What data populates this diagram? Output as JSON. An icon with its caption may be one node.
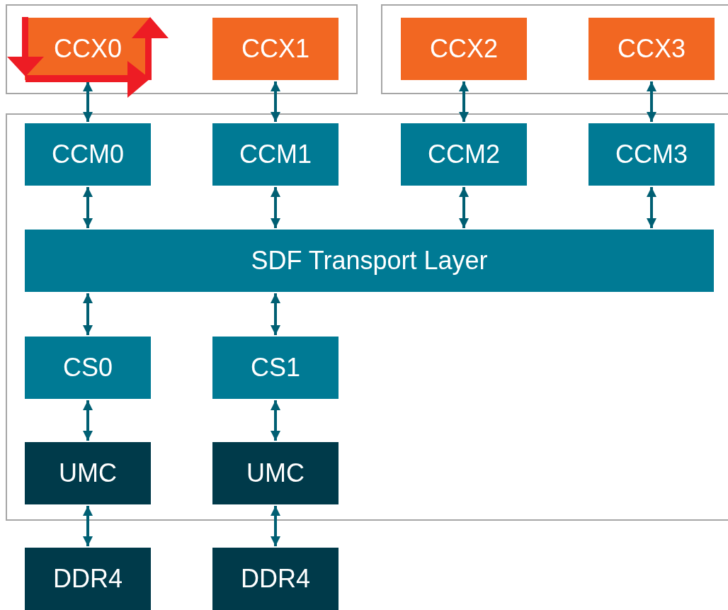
{
  "diagram": {
    "nodes": [
      {
        "text": [],
        "shape": "box"
      },
      {
        "text": [],
        "shape": "box"
      },
      {
        "text": [],
        "shape": "box"
      },
      {
        "text": [
          "CCX0"
        ],
        "in": 0
      },
      {
        "text": [
          "CCX1"
        ],
        "in": 0
      },
      {
        "text": [
          "CCX2"
        ],
        "in": 1
      },
      {
        "text": [
          "CCX3"
        ],
        "in": 1
      },
      {
        "text": [
          "CCM0"
        ],
        "in": 2
      },
      {
        "text": [
          "CCM1"
        ],
        "in": 2
      },
      {
        "text": [
          "CCM2"
        ],
        "in": 2
      },
      {
        "text": [
          "CCM3"
        ],
        "in": 2
      },
      {
        "text": [
          "SDF Transport Layer"
        ],
        "in": 2
      },
      {
        "text": [
          "CS0"
        ],
        "in": 2
      },
      {
        "text": [
          "CS1"
        ],
        "in": 2
      },
      {
        "text": [
          "UMC"
        ],
        "in": 2
      },
      {
        "text": [
          "UMC"
        ],
        "in": 2
      },
      {
        "text": [
          "DDR4"
        ]
      },
      {
        "text": [
          "DDR4"
        ]
      }
    ],
    "edges": [
      {
        "from": 3,
        "to": 7,
        "arrow": "both"
      },
      {
        "from": 4,
        "to": 8,
        "arrow": "both"
      },
      {
        "from": 5,
        "to": 9,
        "arrow": "both"
      },
      {
        "from": 6,
        "to": 10,
        "arrow": "both"
      },
      {
        "from": 7,
        "to": 11,
        "arrow": "both"
      },
      {
        "from": 8,
        "to": 11,
        "arrow": "both"
      },
      {
        "from": 9,
        "to": 11,
        "arrow": "both"
      },
      {
        "from": 10,
        "to": 11,
        "arrow": "both"
      },
      {
        "from": 11,
        "to": 12,
        "arrow": "both"
      },
      {
        "from": 11,
        "to": 13,
        "arrow": "both"
      },
      {
        "from": 12,
        "to": 14,
        "arrow": "both"
      },
      {
        "from": 13,
        "to": 15,
        "arrow": "both"
      },
      {
        "from": 14,
        "to": 16,
        "arrow": "both"
      },
      {
        "from": 15,
        "to": 17,
        "arrow": "both"
      }
    ]
  }
}
